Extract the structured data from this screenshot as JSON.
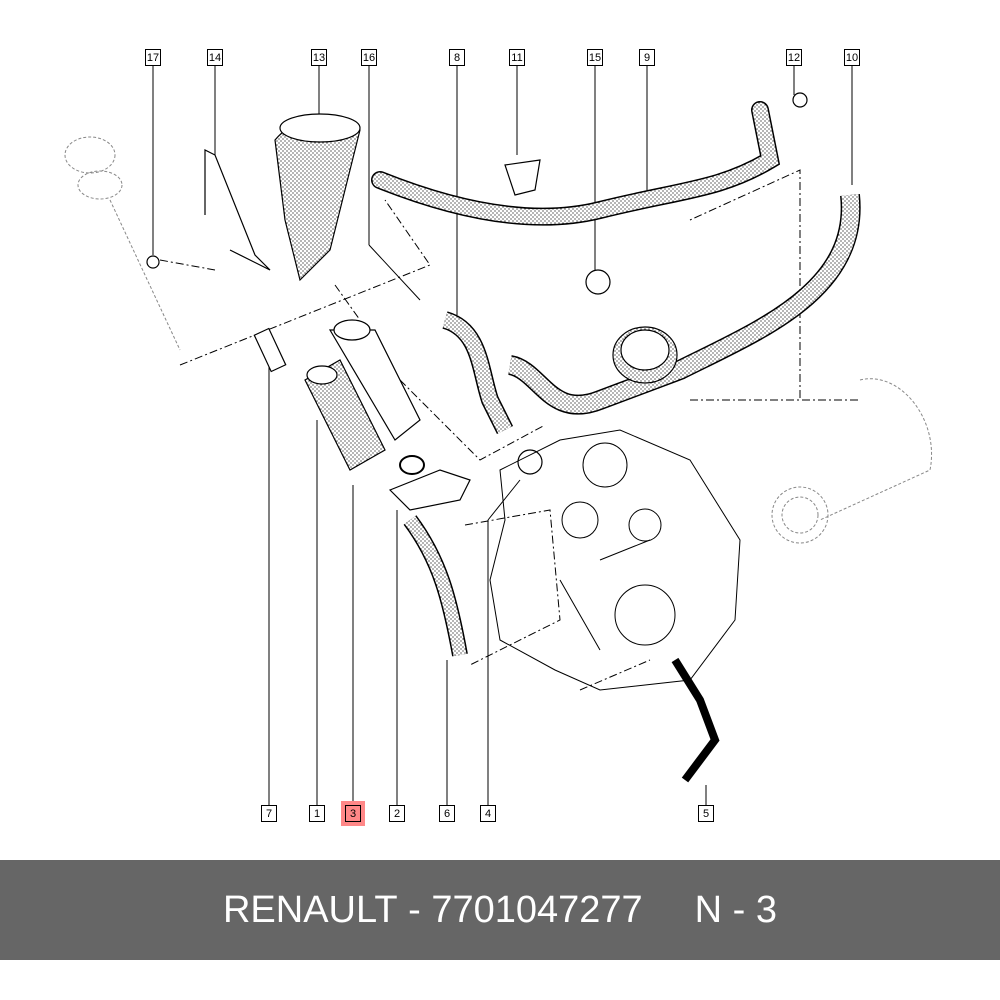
{
  "callouts": {
    "top": [
      "17",
      "14",
      "13",
      "16",
      "8",
      "11",
      "15",
      "9",
      "12",
      "10"
    ],
    "bottom": [
      "7",
      "1",
      "3",
      "2",
      "6",
      "4",
      "5"
    ],
    "highlighted": "3"
  },
  "footer": {
    "brand": "RENAULT",
    "separator": " - ",
    "part_number": "7701047277",
    "position": "N - 3"
  },
  "colors": {
    "highlight": "#ff8888",
    "footer_bg": "#666666"
  }
}
